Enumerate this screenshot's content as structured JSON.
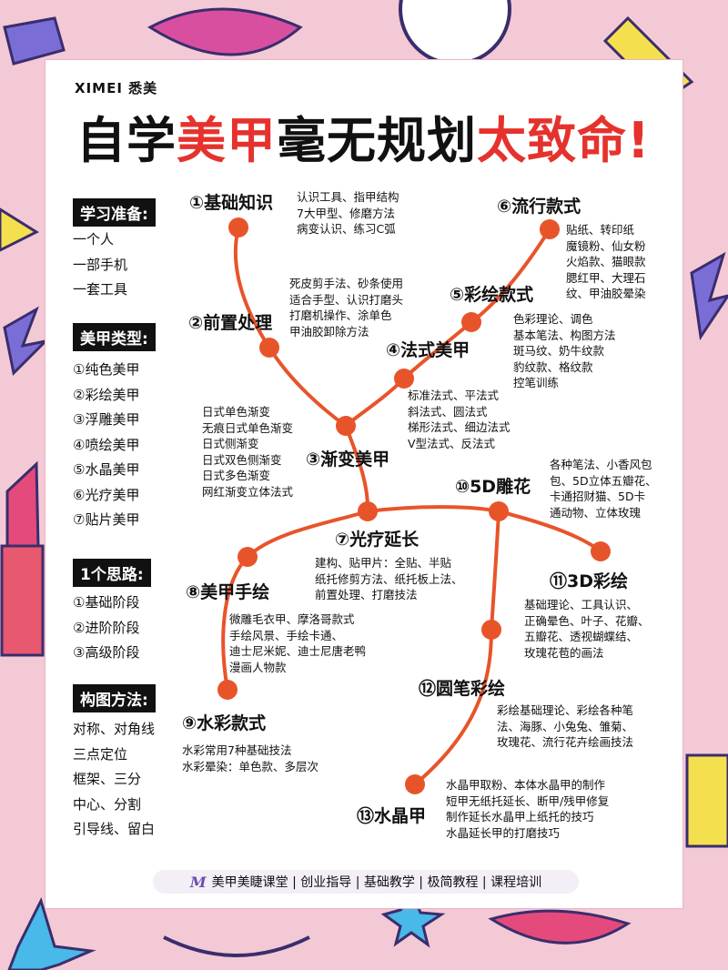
{
  "brand": "XIMEI 悉美",
  "title": {
    "part1": "自学",
    "part2": "美甲",
    "part3": "毫无规划",
    "part4": "太致命!"
  },
  "left": [
    {
      "header": "学习准备:",
      "items": [
        "一个人",
        "一部手机",
        "一套工具"
      ]
    },
    {
      "header": "美甲类型:",
      "items": [
        "①纯色美甲",
        "②彩绘美甲",
        "③浮雕美甲",
        "④喷绘美甲",
        "⑤水晶美甲",
        "⑥光疗美甲",
        "⑦贴片美甲"
      ]
    },
    {
      "header": "1个思路:",
      "items": [
        "①基础阶段",
        "②进阶阶段",
        "③高级阶段"
      ]
    },
    {
      "header": "构图方法:",
      "items": [
        "对称、对角线",
        "三点定位",
        "框架、三分",
        "中心、分割",
        "引导线、留白"
      ]
    }
  ],
  "nodes": {
    "n1": {
      "title": "①基础知识",
      "desc": [
        "认识工具、指甲结构",
        "7大甲型、修磨方法",
        "病变认识、练习C弧"
      ]
    },
    "n2": {
      "title": "②前置处理",
      "desc": [
        "死皮剪手法、砂条使用",
        "适合手型、认识打磨头",
        "打磨机操作、涂单色",
        "甲油胶卸除方法"
      ]
    },
    "n3": {
      "title": "③渐变美甲",
      "desc": [
        "日式单色渐变",
        "无痕日式单色渐变",
        "日式侧渐变",
        "日式双色侧渐变",
        "日式多色渐变",
        "网红渐变立体法式"
      ]
    },
    "n4": {
      "title": "④法式美甲",
      "desc": [
        "标准法式、平法式",
        "斜法式、圆法式",
        "梯形法式、细边法式",
        "V型法式、反法式"
      ]
    },
    "n5": {
      "title": "⑤彩绘款式",
      "desc": [
        "色彩理论、调色",
        "基本笔法、构图方法",
        "斑马纹、奶牛纹款",
        "豹纹款、格纹款",
        "控笔训练"
      ]
    },
    "n6": {
      "title": "⑥流行款式",
      "desc": [
        "贴纸、转印纸",
        "魔镜粉、仙女粉",
        "火焰款、猫眼款",
        "腮红甲、大理石",
        "纹、甲油胶晕染"
      ]
    },
    "n7": {
      "title": "⑦光疗延长",
      "desc": [
        "建构、贴甲片：全贴、半贴",
        "纸托修剪方法、纸托板上法、",
        "前置处理、打磨技法"
      ]
    },
    "n8": {
      "title": "⑧美甲手绘",
      "desc": [
        "微雕毛衣甲、摩洛哥款式",
        "手绘风景、手绘卡通、",
        "迪士尼米妮、迪士尼唐老鸭",
        "漫画人物款"
      ]
    },
    "n9": {
      "title": "⑨水彩款式",
      "desc": [
        "水彩常用7种基础技法",
        "水彩晕染：单色款、多层次"
      ]
    },
    "n10": {
      "title": "⑩5D雕花",
      "desc": [
        "各种笔法、小香风包",
        "包、5D立体五瓣花、",
        "卡通招财猫、5D卡",
        "通动物、立体玫瑰"
      ]
    },
    "n11": {
      "title": "⑪3D彩绘",
      "desc": [
        "基础理论、工具认识、",
        "正确晕色、叶子、花瓣、",
        "五瓣花、透视蝴蝶结、",
        "玫瑰花苞的画法"
      ]
    },
    "n12": {
      "title": "⑫圆笔彩绘",
      "desc": [
        "彩绘基础理论、彩绘各种笔",
        "法、海豚、小兔兔、雏菊、",
        "玫瑰花、流行花卉绘画技法"
      ]
    },
    "n13": {
      "title": "⑬水晶甲",
      "desc": [
        "水晶甲取粉、本体水晶甲的制作",
        "短甲无纸托延长、断甲/残甲修复",
        "制作延长水晶甲上纸托的技巧",
        "水晶延长甲的打磨技巧"
      ]
    }
  },
  "footer": {
    "logo": "M",
    "text": "美甲美睫课堂 | 创业指导 | 基础教学 | 极简教程 | 课程培训"
  },
  "colors": {
    "accent": "#e5322d",
    "line": "#e8542a",
    "dot": "#e8542a",
    "bg": "#f3c9d6"
  }
}
